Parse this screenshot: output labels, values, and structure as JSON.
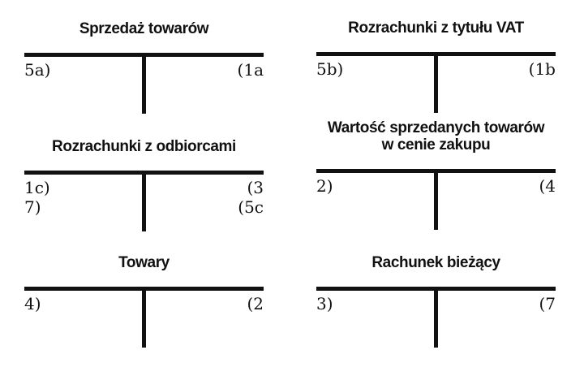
{
  "colors": {
    "ink": "#111111",
    "background": "#ffffff"
  },
  "accounts": [
    {
      "title_lines": [
        "Sprzedaż towarów"
      ],
      "debit": [
        "5a)"
      ],
      "credit": [
        "(1a"
      ]
    },
    {
      "title_lines": [
        "Rozrachunki z tytułu VAT"
      ],
      "debit": [
        "5b)"
      ],
      "credit": [
        "(1b"
      ]
    },
    {
      "title_lines": [
        "Rozrachunki z odbiorcami"
      ],
      "debit": [
        "1c)",
        "7)"
      ],
      "credit": [
        "(3",
        "(5c"
      ]
    },
    {
      "title_lines": [
        "Wartość sprzedanych towarów",
        "w cenie zakupu"
      ],
      "debit": [
        "2)"
      ],
      "credit": [
        "(4"
      ]
    },
    {
      "title_lines": [
        "Towary"
      ],
      "debit": [
        "4)"
      ],
      "credit": [
        "(2"
      ]
    },
    {
      "title_lines": [
        "Rachunek bieżący"
      ],
      "debit": [
        "3)"
      ],
      "credit": [
        "(7"
      ]
    }
  ]
}
